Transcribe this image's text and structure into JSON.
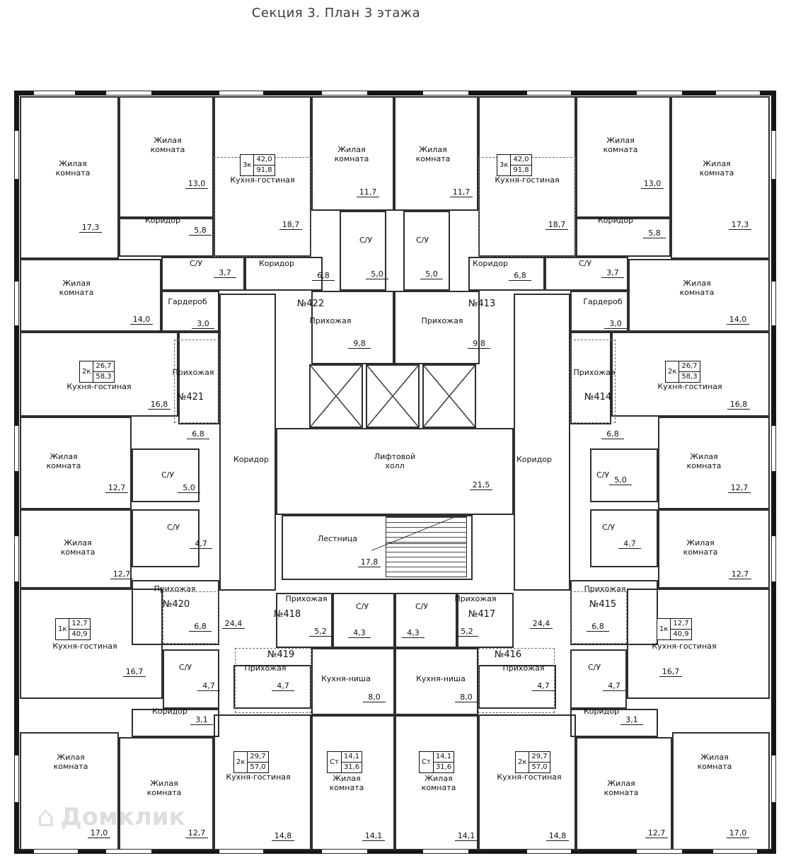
{
  "title": "Секция 3. План 3 этажа",
  "watermark": "Домклик",
  "rooms": [
    {
      "n": "Жилая комната",
      "a": "17,3",
      "r": [
        28,
        136,
        140,
        230
      ],
      "np": [
        103,
        238
      ],
      "ap": [
        128,
        322
      ]
    },
    {
      "n": "Жилая комната",
      "a": "13,0",
      "r": [
        168,
        136,
        134,
        172
      ],
      "np": [
        237,
        205
      ],
      "ap": [
        278,
        260
      ]
    },
    {
      "n": "Кухня-гостиная",
      "a": "18,7",
      "r": [
        302,
        136,
        138,
        227
      ],
      "np": [
        371,
        261
      ],
      "ap": [
        411,
        318
      ],
      "nw": 100
    },
    {
      "n": "Жилая комната",
      "a": "11,7",
      "r": [
        440,
        136,
        117,
        162
      ],
      "np": [
        497,
        218
      ],
      "ap": [
        520,
        272
      ]
    },
    {
      "n": "Коридор",
      "a": "5,8",
      "r": [
        168,
        308,
        134,
        55
      ],
      "np": [
        230,
        318
      ],
      "ap": [
        283,
        326
      ],
      "nw": 52
    },
    {
      "n": "С/У",
      "a": "3,7",
      "r": [
        228,
        363,
        118,
        48
      ],
      "np": [
        277,
        379
      ],
      "ap": [
        318,
        386
      ],
      "nw": 40
    },
    {
      "n": "Коридор",
      "a": "6,8",
      "r": [
        346,
        363,
        110,
        48
      ],
      "np": [
        391,
        379
      ],
      "ap": [
        457,
        390
      ],
      "nw": 52
    },
    {
      "n": "С/У",
      "a": "5,0",
      "r": [
        480,
        298,
        66,
        113
      ],
      "np": [
        517,
        346
      ],
      "ap": [
        533,
        388
      ],
      "nw": 40
    },
    {
      "n": "Прихожая",
      "a": "9,8",
      "r": [
        440,
        411,
        117,
        104
      ],
      "np": [
        467,
        460
      ],
      "ap": [
        508,
        486
      ],
      "nw": 70
    },
    {
      "n": "Гардероб",
      "a": "3,0",
      "r": [
        228,
        411,
        82,
        58
      ],
      "np": [
        265,
        433
      ],
      "ap": [
        287,
        458
      ],
      "nw": 70
    },
    {
      "n": "Жилая комната",
      "a": "14,0",
      "r": [
        28,
        366,
        200,
        103
      ],
      "np": [
        108,
        407
      ],
      "ap": [
        200,
        452
      ]
    },
    {
      "n": "Кухня-гостиная",
      "a": "16,8",
      "r": [
        28,
        469,
        224,
        120
      ],
      "np": [
        140,
        553
      ],
      "ap": [
        225,
        572
      ],
      "nw": 100
    },
    {
      "n": "Прихожая",
      "r": [
        252,
        469,
        58,
        131
      ],
      "np": [
        273,
        533
      ],
      "nw": 64
    },
    {
      "a": "6,8",
      "ap": [
        280,
        614
      ]
    },
    {
      "n": "С/У",
      "a": "5,0",
      "r": [
        186,
        634,
        96,
        76
      ],
      "np": [
        237,
        678
      ],
      "ap": [
        267,
        690
      ],
      "nw": 40
    },
    {
      "n": "Жилая комната",
      "a": "12,7",
      "r": [
        28,
        589,
        158,
        131
      ],
      "np": [
        90,
        652
      ],
      "ap": [
        165,
        690
      ]
    },
    {
      "n": "Коридор",
      "a": "24,4",
      "r": [
        310,
        415,
        80,
        420
      ],
      "np": [
        355,
        656
      ],
      "ap": [
        330,
        882
      ],
      "nw": 52
    },
    {
      "n": "Жилая комната",
      "a": "12,7",
      "r": [
        28,
        720,
        158,
        112
      ],
      "np": [
        110,
        774
      ],
      "ap": [
        172,
        812
      ]
    },
    {
      "n": "С/У",
      "a": "4,7",
      "r": [
        186,
        720,
        96,
        82
      ],
      "np": [
        245,
        752
      ],
      "ap": [
        284,
        769
      ],
      "nw": 40
    },
    {
      "n": "Прихожая",
      "a": "6,8",
      "r": [
        186,
        820,
        124,
        92
      ],
      "np": [
        247,
        839
      ],
      "ap": [
        283,
        886
      ],
      "nw": 70
    },
    {
      "n": "Кухня-гостиная",
      "a": "16,7",
      "r": [
        28,
        832,
        202,
        156
      ],
      "np": [
        120,
        920
      ],
      "ap": [
        190,
        950
      ],
      "nw": 100
    },
    {
      "n": "С/У",
      "a": "4,7",
      "r": [
        230,
        918,
        80,
        84
      ],
      "np": [
        262,
        950
      ],
      "ap": [
        295,
        970
      ],
      "nw": 40
    },
    {
      "n": "Прихожая",
      "a": "4,7",
      "r": [
        330,
        940,
        110,
        62
      ],
      "np": [
        375,
        951
      ],
      "ap": [
        400,
        970
      ],
      "nw": 70
    },
    {
      "n": "Коридор",
      "a": "3,1",
      "r": [
        186,
        1002,
        124,
        40
      ],
      "np": [
        240,
        1012
      ],
      "ap": [
        285,
        1018
      ],
      "nw": 52
    },
    {
      "n": "Жилая комната",
      "a": "17,0",
      "r": [
        28,
        1035,
        140,
        167
      ],
      "np": [
        100,
        1077
      ],
      "ap": [
        140,
        1178
      ]
    },
    {
      "n": "Жилая комната",
      "a": "12,7",
      "r": [
        168,
        1042,
        134,
        160
      ],
      "np": [
        232,
        1114
      ],
      "ap": [
        278,
        1178
      ]
    },
    {
      "n": "Кухня-гостиная",
      "a": "14,8",
      "r": [
        302,
        1010,
        138,
        192
      ],
      "np": [
        365,
        1105
      ],
      "ap": [
        400,
        1182
      ],
      "nw": 100
    },
    {
      "n": "Прихожая",
      "a": "9,8",
      "r": [
        557,
        411,
        121,
        104
      ],
      "np": [
        625,
        460
      ],
      "ap": [
        677,
        486
      ],
      "nw": 70
    },
    {
      "n": "Лифтовой холл",
      "a": "21,5",
      "r": [
        390,
        605,
        336,
        123
      ],
      "np": [
        558,
        652
      ],
      "ap": [
        680,
        686
      ],
      "nw": 64
    },
    {
      "n": "Лестница",
      "a": "17,8",
      "r": [
        398,
        728,
        270,
        92
      ],
      "np": [
        477,
        768
      ],
      "ap": [
        522,
        795
      ],
      "nw": 64
    },
    {
      "n": "Прихожая",
      "a": "5,2",
      "r": [
        390,
        838,
        80,
        78
      ],
      "np": [
        433,
        853
      ],
      "ap": [
        453,
        893
      ],
      "nw": 70
    },
    {
      "n": "С/У",
      "a": "4,3",
      "r": [
        470,
        838,
        88,
        78
      ],
      "np": [
        512,
        864
      ],
      "ap": [
        508,
        895
      ],
      "nw": 40
    },
    {
      "n": "С/У",
      "a": "4,3",
      "r": [
        558,
        838,
        88,
        78
      ],
      "np": [
        596,
        864
      ],
      "ap": [
        584,
        895
      ],
      "nw": 40
    },
    {
      "n": "Прихожая",
      "a": "5,2",
      "r": [
        646,
        838,
        80,
        78
      ],
      "np": [
        672,
        853
      ],
      "ap": [
        660,
        893
      ],
      "nw": 70
    },
    {
      "n": "Кухня-ниша",
      "a": "8,0",
      "r": [
        440,
        916,
        118,
        95
      ],
      "np": [
        489,
        966
      ],
      "ap": [
        529,
        986
      ],
      "nw": 90
    },
    {
      "n": "Кухня-ниша",
      "a": "8,0",
      "r": [
        558,
        916,
        118,
        95
      ],
      "np": [
        623,
        966
      ],
      "ap": [
        659,
        986
      ],
      "nw": 90
    },
    {
      "n": "Жилая комната",
      "a": "14,1",
      "r": [
        440,
        1011,
        118,
        191
      ],
      "np": [
        490,
        1107
      ],
      "ap": [
        528,
        1182
      ]
    },
    {
      "n": "Жилая комната",
      "a": "14,1",
      "r": [
        558,
        1011,
        118,
        191
      ],
      "np": [
        620,
        1107
      ],
      "ap": [
        659,
        1182
      ]
    },
    {
      "n": "Жилая комната",
      "a": "11,7",
      "r": [
        557,
        136,
        119,
        162
      ],
      "np": [
        612,
        218
      ],
      "ap": [
        652,
        272
      ]
    },
    {
      "n": "Кухня-гостиная",
      "a": "18,7",
      "r": [
        676,
        136,
        138,
        227
      ],
      "np": [
        745,
        261
      ],
      "ap": [
        787,
        318
      ],
      "nw": 100
    },
    {
      "n": "Жилая комната",
      "a": "13,0",
      "r": [
        814,
        136,
        134,
        172
      ],
      "np": [
        877,
        205
      ],
      "ap": [
        922,
        260
      ]
    },
    {
      "n": "Жилая комната",
      "a": "17,3",
      "r": [
        948,
        136,
        140,
        230
      ],
      "np": [
        1013,
        238
      ],
      "ap": [
        1046,
        318
      ]
    },
    {
      "n": "Коридор",
      "a": "5,8",
      "r": [
        814,
        308,
        134,
        55
      ],
      "np": [
        870,
        318
      ],
      "ap": [
        925,
        330
      ],
      "nw": 52
    },
    {
      "n": "С/У",
      "a": "3,7",
      "r": [
        770,
        363,
        118,
        48
      ],
      "np": [
        827,
        379
      ],
      "ap": [
        866,
        386
      ],
      "nw": 40
    },
    {
      "n": "Коридор",
      "a": "6,8",
      "r": [
        662,
        363,
        108,
        48
      ],
      "np": [
        693,
        379
      ],
      "ap": [
        735,
        390
      ],
      "nw": 52
    },
    {
      "n": "С/У",
      "a": "5,0",
      "r": [
        570,
        298,
        66,
        113
      ],
      "np": [
        597,
        346
      ],
      "ap": [
        610,
        388
      ],
      "nw": 40
    },
    {
      "n": "Гардероб",
      "a": "3,0",
      "r": [
        806,
        411,
        82,
        58
      ],
      "np": [
        852,
        433
      ],
      "ap": [
        870,
        458
      ],
      "nw": 70
    },
    {
      "n": "Жилая комната",
      "a": "14,0",
      "r": [
        888,
        366,
        200,
        103
      ],
      "np": [
        985,
        407
      ],
      "ap": [
        1043,
        452
      ]
    },
    {
      "n": "Прихожая",
      "r": [
        806,
        469,
        58,
        131
      ],
      "np": [
        840,
        533
      ],
      "nw": 64
    },
    {
      "a": "6,8",
      "ap": [
        866,
        614
      ]
    },
    {
      "n": "Кухня-гостиная",
      "a": "16,8",
      "r": [
        864,
        469,
        224,
        120
      ],
      "np": [
        975,
        553
      ],
      "ap": [
        1044,
        572
      ],
      "nw": 100
    },
    {
      "n": "С/У",
      "a": "5,0",
      "r": [
        834,
        634,
        96,
        76
      ],
      "np": [
        852,
        678
      ],
      "ap": [
        877,
        679
      ],
      "nw": 40
    },
    {
      "n": "Жилая комната",
      "a": "12,7",
      "r": [
        930,
        589,
        158,
        131
      ],
      "np": [
        995,
        652
      ],
      "ap": [
        1045,
        690
      ]
    },
    {
      "n": "Коридор",
      "a": "24,4",
      "r": [
        726,
        415,
        80,
        420
      ],
      "np": [
        755,
        656
      ],
      "ap": [
        765,
        882
      ],
      "nw": 52
    },
    {
      "n": "С/У",
      "a": "4,7",
      "r": [
        834,
        720,
        96,
        82
      ],
      "np": [
        860,
        752
      ],
      "ap": [
        890,
        769
      ],
      "nw": 40
    },
    {
      "n": "Жилая комната",
      "a": "12,7",
      "r": [
        930,
        720,
        158,
        112
      ],
      "np": [
        990,
        774
      ],
      "ap": [
        1046,
        812
      ]
    },
    {
      "n": "Прихожая",
      "a": "6,8",
      "r": [
        806,
        820,
        124,
        92
      ],
      "np": [
        855,
        839
      ],
      "ap": [
        845,
        886
      ],
      "nw": 70
    },
    {
      "n": "Кухня-гостиная",
      "a": "16,7",
      "r": [
        886,
        832,
        202,
        156
      ],
      "np": [
        967,
        920
      ],
      "ap": [
        948,
        950
      ],
      "nw": 100
    },
    {
      "n": "С/У",
      "a": "4,7",
      "r": [
        806,
        918,
        80,
        84
      ],
      "np": [
        840,
        950
      ],
      "ap": [
        868,
        970
      ],
      "nw": 40
    },
    {
      "n": "Прихожая",
      "a": "4,7",
      "r": [
        676,
        940,
        110,
        62
      ],
      "np": [
        740,
        951
      ],
      "ap": [
        768,
        970
      ],
      "nw": 70
    },
    {
      "n": "Коридор",
      "a": "3,1",
      "r": [
        806,
        1002,
        124,
        40
      ],
      "np": [
        850,
        1012
      ],
      "ap": [
        893,
        1018
      ],
      "nw": 52
    },
    {
      "n": "Кухня-гостиная",
      "a": "14,8",
      "r": [
        676,
        1010,
        138,
        192
      ],
      "np": [
        748,
        1105
      ],
      "ap": [
        788,
        1182
      ],
      "nw": 100
    },
    {
      "n": "Жилая комната",
      "a": "12,7",
      "r": [
        814,
        1042,
        136,
        160
      ],
      "np": [
        878,
        1114
      ],
      "ap": [
        928,
        1178
      ]
    },
    {
      "n": "Жилая комната",
      "a": "17,0",
      "r": [
        950,
        1035,
        138,
        167
      ],
      "np": [
        1010,
        1077
      ],
      "ap": [
        1043,
        1178
      ]
    }
  ],
  "apartment_labels": [
    {
      "t": "№422",
      "p": [
        439,
        430
      ]
    },
    {
      "t": "№413",
      "p": [
        681,
        430
      ]
    },
    {
      "t": "№421",
      "p": [
        269,
        562
      ]
    },
    {
      "t": "№414",
      "p": [
        845,
        562
      ]
    },
    {
      "t": "№420",
      "p": [
        249,
        855
      ]
    },
    {
      "t": "№415",
      "p": [
        852,
        855
      ]
    },
    {
      "t": "№419",
      "p": [
        397,
        926
      ]
    },
    {
      "t": "№416",
      "p": [
        718,
        926
      ]
    },
    {
      "t": "№418",
      "p": [
        406,
        869
      ]
    },
    {
      "t": "№417",
      "p": [
        681,
        869
      ]
    }
  ],
  "apartment_boxes": [
    {
      "type": "3к",
      "v1": "42,0",
      "v2": "91,8",
      "p": [
        339,
        218
      ]
    },
    {
      "type": "3к",
      "v1": "42,0",
      "v2": "91,8",
      "p": [
        702,
        218
      ]
    },
    {
      "type": "2к",
      "v1": "26,7",
      "v2": "58,3",
      "p": [
        112,
        510
      ]
    },
    {
      "type": "2к",
      "v1": "26,7",
      "v2": "58,3",
      "p": [
        940,
        510
      ]
    },
    {
      "type": "1к",
      "v1": "12,7",
      "v2": "40,9",
      "p": [
        78,
        874
      ]
    },
    {
      "type": "1к",
      "v1": "12,7",
      "v2": "40,9",
      "p": [
        928,
        874
      ]
    },
    {
      "type": "2к",
      "v1": "29,7",
      "v2": "57,0",
      "p": [
        330,
        1062
      ]
    },
    {
      "type": "2к",
      "v1": "29,7",
      "v2": "57,0",
      "p": [
        728,
        1062
      ]
    },
    {
      "type": "Ст",
      "v1": "14,1",
      "v2": "31,6",
      "p": [
        462,
        1062
      ]
    },
    {
      "type": "Ст",
      "v1": "14,1",
      "v2": "31,6",
      "p": [
        592,
        1062
      ]
    }
  ]
}
